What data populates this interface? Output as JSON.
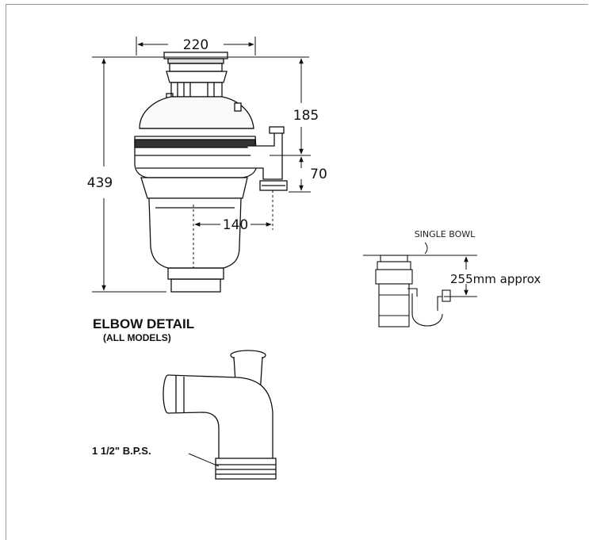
{
  "dimensions": {
    "width": "220",
    "height_total": "439",
    "top_to_outlet": "185",
    "outlet_height": "70",
    "outlet_offset": "140"
  },
  "elbow_detail": {
    "title": "ELBOW DETAIL",
    "subtitle": "(ALL MODELS)",
    "pipe_size": "1 1/2\"  B.P.S."
  },
  "single_bowl": {
    "title": "SINGLE BOWL",
    "clearance": "255mm approx"
  },
  "colors": {
    "line": "#111111",
    "frame": "#9a9a9a",
    "shade": "#cfcfcf"
  }
}
